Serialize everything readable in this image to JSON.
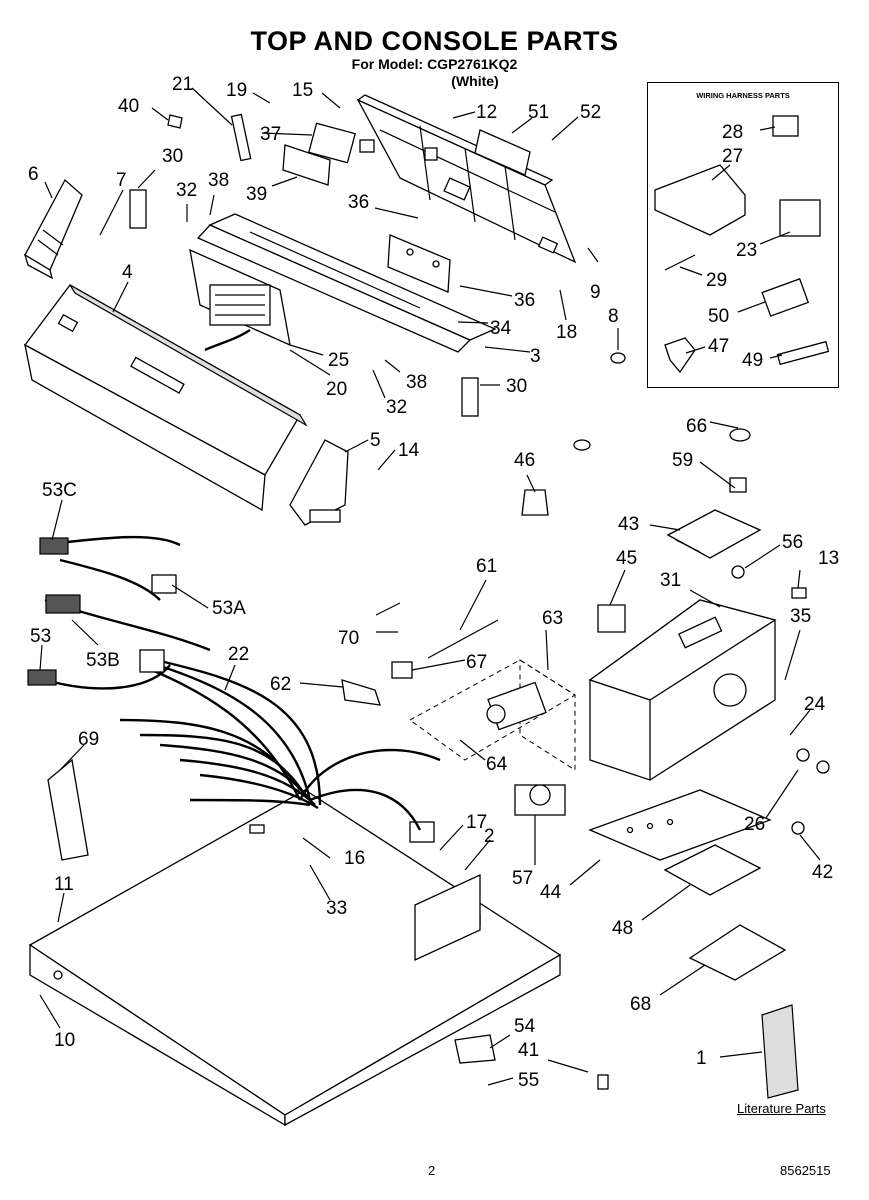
{
  "header": {
    "title": "TOP AND CONSOLE PARTS",
    "model_line": "For Model: CGP2761KQ2",
    "color_line": "(White)"
  },
  "harness_box": {
    "title": "WIRING HARNESS PARTS"
  },
  "callouts": {
    "c1": "1",
    "c2": "2",
    "c3": "3",
    "c4": "4",
    "c5": "5",
    "c6": "6",
    "c7": "7",
    "c8": "8",
    "c9": "9",
    "c10": "10",
    "c11": "11",
    "c12": "12",
    "c13": "13",
    "c14": "14",
    "c15": "15",
    "c16": "16",
    "c17": "17",
    "c18": "18",
    "c19": "19",
    "c20": "20",
    "c21": "21",
    "c22": "22",
    "c23": "23",
    "c24": "24",
    "c25": "25",
    "c26": "26",
    "c27": "27",
    "c28": "28",
    "c29": "29",
    "c30a": "30",
    "c30b": "30",
    "c31": "31",
    "c32a": "32",
    "c32b": "32",
    "c33": "33",
    "c34": "34",
    "c35": "35",
    "c36a": "36",
    "c36b": "36",
    "c37": "37",
    "c38a": "38",
    "c38b": "38",
    "c39": "39",
    "c40": "40",
    "c41": "41",
    "c42": "42",
    "c43": "43",
    "c44": "44",
    "c45": "45",
    "c46": "46",
    "c47": "47",
    "c48": "48",
    "c49": "49",
    "c50": "50",
    "c51": "51",
    "c52": "52",
    "c53": "53",
    "c53a": "53A",
    "c53b": "53B",
    "c53c": "53C",
    "c54": "54",
    "c55": "55",
    "c56": "56",
    "c57": "57",
    "c59": "59",
    "c61": "61",
    "c62": "62",
    "c63": "63",
    "c64": "64",
    "c66": "66",
    "c67": "67",
    "c68": "68",
    "c69": "69",
    "c70": "70"
  },
  "literature_label": "Literature Parts",
  "footer": {
    "page_number": "2",
    "document_number": "8562515"
  }
}
